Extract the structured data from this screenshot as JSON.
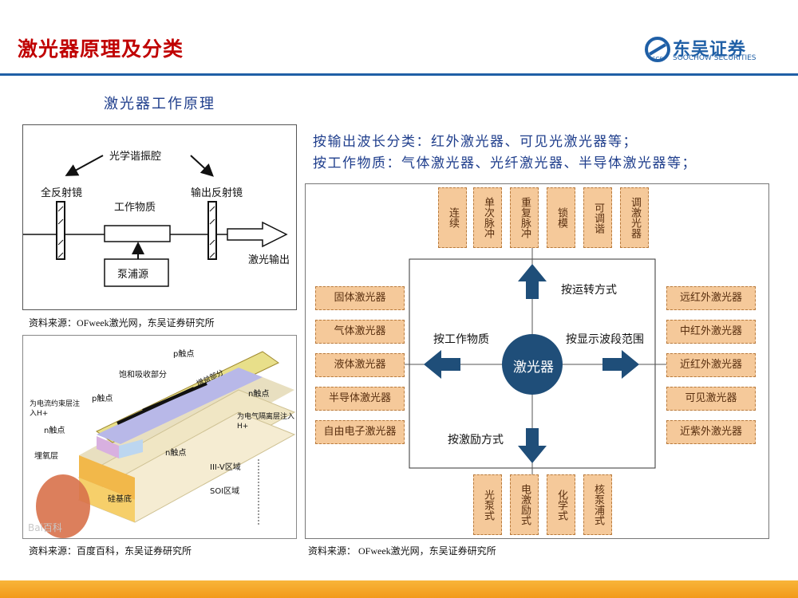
{
  "header": {
    "title": "激光器原理及分类",
    "logo_cn": "东吴证券",
    "logo_en": "SOOCHOW SECURITIES"
  },
  "subtitle": "激光器工作原理",
  "classification_lines": [
    "按输出波长分类：红外激光器、可见光激光器等；",
    "按工作物质：气体激光器、光纤激光器、半导体激光器等；"
  ],
  "principle_diagram": {
    "resonator": "光学谐振腔",
    "full_mirror": "全反射镜",
    "output_mirror": "输出反射镜",
    "medium": "工作物质",
    "pump": "泵浦源",
    "output": "激光输出"
  },
  "captions": {
    "principle": "资料来源：OFweek激光网，东吴证券研究所",
    "structure": "资料来源：百度百科，东吴证券研究所",
    "classification": "资料来源： OFweek激光网，东吴证券研究所"
  },
  "structure_diagram": {
    "p_contact_top": "p触点",
    "sat_abs": "饱和吸收部分",
    "gain": "增益部分",
    "p_contact": "p触点",
    "n_contact_right": "n触点",
    "current_layer": "为电流约束层注入H+",
    "n_contact_left": "n触点",
    "isolation": "为电气隔离层注入H+",
    "oxide": "埋氧层",
    "n_contact_mid": "n触点",
    "iii_v": "III-V区域",
    "soi": "SOI区域",
    "substrate": "硅基底",
    "watermark": "Bai百科"
  },
  "classification_diagram": {
    "center": "激光器",
    "top_arrow": "按运转方式",
    "left_arrow": "按工作物质",
    "right_arrow": "按显示波段范围",
    "bottom_arrow": "按激励方式",
    "top_items": [
      "连续",
      "单次脉冲",
      "重复脉冲",
      "锁模",
      "可调谐",
      "调激光器"
    ],
    "left_items": [
      "固体激光器",
      "气体激光器",
      "液体激光器",
      "半导体激光器",
      "自由电子激光器"
    ],
    "right_items": [
      "远红外激光器",
      "中红外激光器",
      "近红外激光器",
      "可见激光器",
      "近紫外激光器"
    ],
    "bottom_items": [
      "光泵式",
      "电激励式",
      "化学式",
      "核泵浦式"
    ]
  },
  "colors": {
    "title": "#c00000",
    "brand": "#1f5fa6",
    "accent": "#f29a1a",
    "diagram_blue": "#1f4e79",
    "box_fill": "#f5c99a"
  }
}
